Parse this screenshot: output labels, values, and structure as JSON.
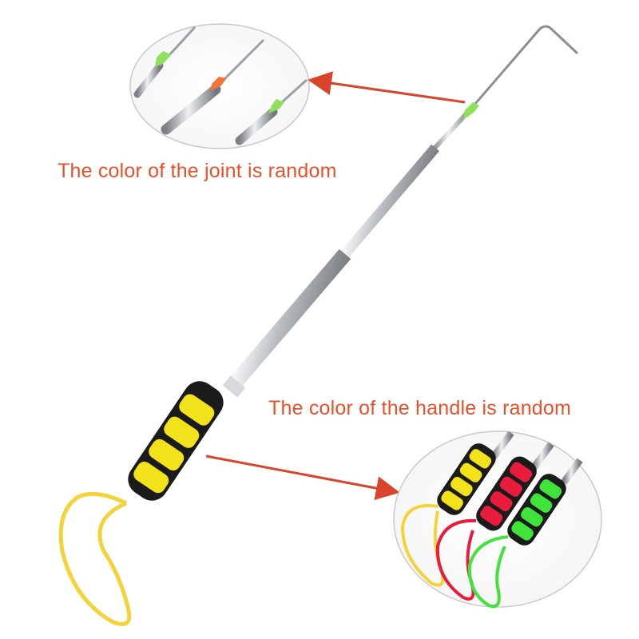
{
  "captions": {
    "joint": "The color of the joint is random",
    "handle": "The color of the handle is random"
  },
  "colors": {
    "caption_text": "#e8502a",
    "arrow": "#d9442c",
    "shaft": "#c9ccd0",
    "handle_yellow": "#f2e21c",
    "handle_red": "#e81c3c",
    "handle_green": "#3fe33a",
    "joint_green": "#8fe05a",
    "joint_orange": "#f2743a",
    "foam_black": "#1b1b1b",
    "lanyard_yellow": "#f4d23a"
  },
  "icons": [
    "telescoping-hook-stick",
    "joint-detail-inset",
    "handle-detail-inset",
    "pointer-arrow"
  ]
}
